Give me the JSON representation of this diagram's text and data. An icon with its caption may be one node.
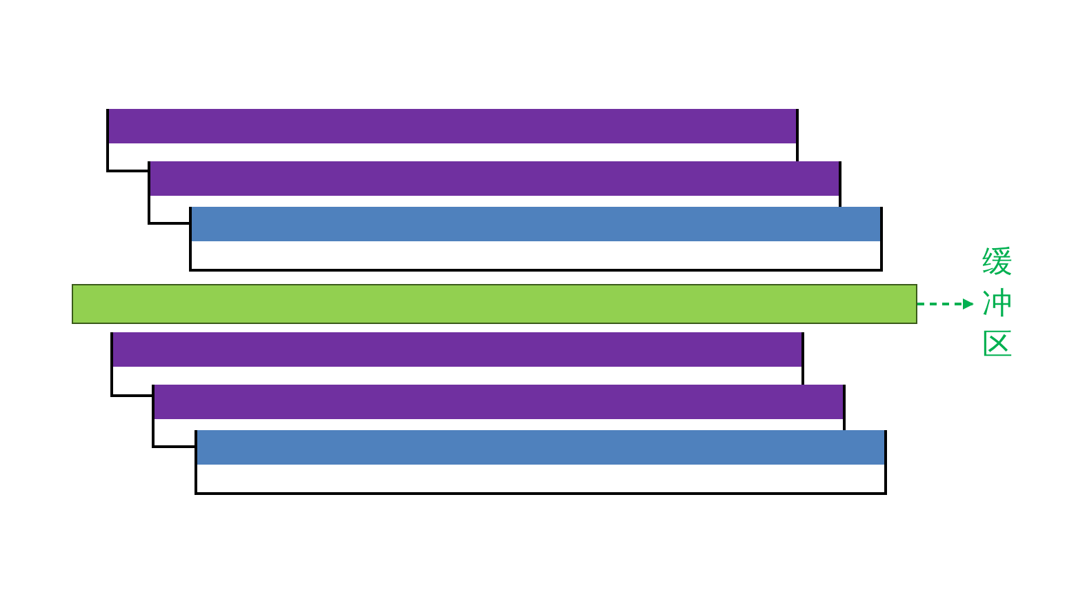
{
  "diagram": {
    "nodes": [
      {
        "text": [],
        "shape": "bar"
      },
      {
        "text": [],
        "shape": "bar"
      },
      {
        "text": [],
        "shape": "bar"
      },
      {
        "text": [],
        "shape": "bar"
      },
      {
        "text": [],
        "shape": "bar"
      },
      {
        "text": [],
        "shape": "bar"
      },
      {
        "text": [],
        "shape": "bar"
      },
      {
        "text": [
          "缓冲区"
        ]
      }
    ],
    "edges": [
      {
        "from": 3,
        "to": 7,
        "arrow": "to",
        "style": "dashed",
        "color": "#00b050"
      }
    ]
  }
}
